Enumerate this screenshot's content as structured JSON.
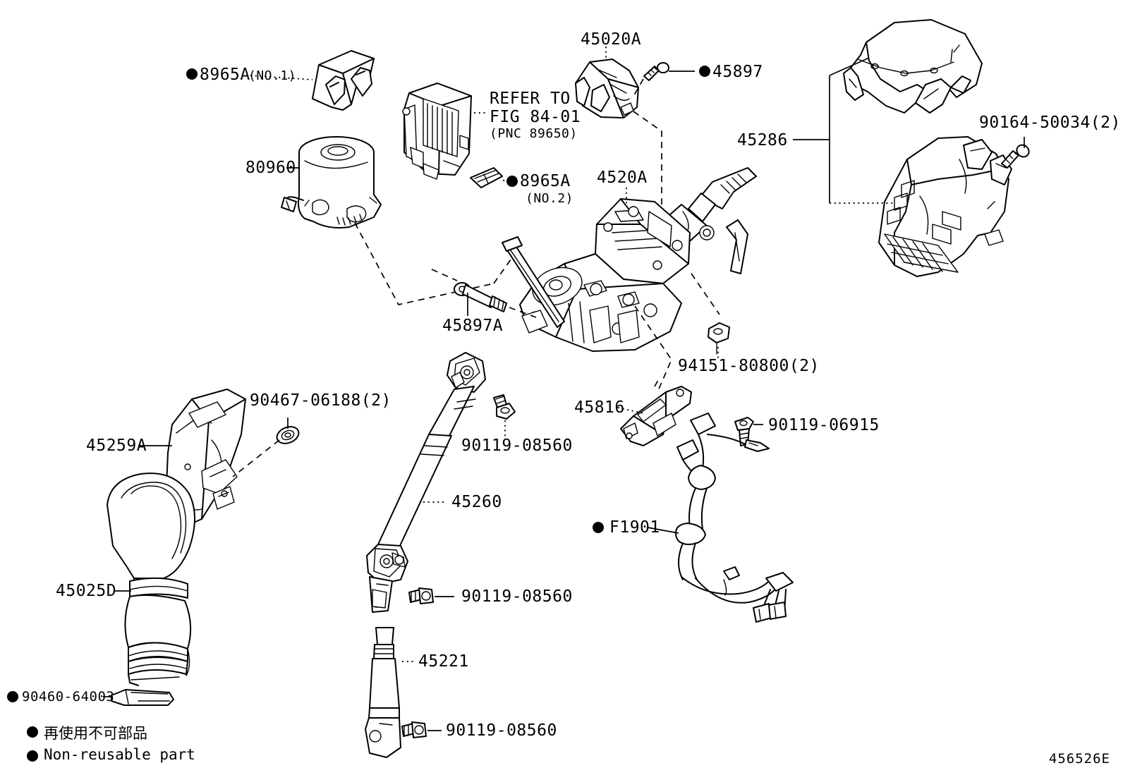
{
  "diagram": {
    "title": "Steering Column Assembly Exploded Parts Diagram",
    "figure_code": "456526E",
    "line_color": "#000000",
    "background_color": "#ffffff"
  },
  "labels": {
    "l_8965a_no1": "8965A",
    "l_8965a_no1_sub": "(NO.1)",
    "l_refer_line1": "REFER TO",
    "l_refer_line2": "FIG 84-01",
    "l_refer_line3": "(PNC 89650)",
    "l_80960": "80960",
    "l_8965a_no2": "8965A",
    "l_8965a_no2_sub": "(NO.2)",
    "l_45020a": "45020A",
    "l_45897": "45897",
    "l_4520a": "4520A",
    "l_45286": "45286",
    "l_90164_50034": "90164-50034(2)",
    "l_45897a": "45897A",
    "l_94151_80800": "94151-80800(2)",
    "l_45816": "45816",
    "l_90119_06915": "90119-06915",
    "l_f1901": "F1901",
    "l_90467_06188": "90467-06188(2)",
    "l_45259a": "45259A",
    "l_45025d": "45025D",
    "l_90119_08560_upper": "90119-08560",
    "l_45260": "45260",
    "l_90119_08560_mid": "90119-08560",
    "l_45221": "45221",
    "l_90119_08560_lower": "90119-08560",
    "l_90460_64003": "90460-64003"
  },
  "legend": {
    "japanese": "再使用不可部品",
    "english": "Non-reusable part",
    "marker": "filled-circle"
  },
  "parts": [
    {
      "number": "8965A",
      "note": "(NO.1)",
      "non_reusable": true
    },
    {
      "number": "89650",
      "note": "REFER TO FIG 84-01 (PNC 89650)",
      "non_reusable": false
    },
    {
      "number": "80960",
      "note": "",
      "non_reusable": false
    },
    {
      "number": "8965A",
      "note": "(NO.2)",
      "non_reusable": true
    },
    {
      "number": "45020A",
      "note": "",
      "non_reusable": false
    },
    {
      "number": "45897",
      "note": "",
      "non_reusable": true
    },
    {
      "number": "4520A",
      "note": "",
      "non_reusable": false
    },
    {
      "number": "45286",
      "note": "",
      "non_reusable": false
    },
    {
      "number": "90164-50034",
      "qty": "(2)",
      "non_reusable": false
    },
    {
      "number": "45897A",
      "note": "",
      "non_reusable": false
    },
    {
      "number": "94151-80800",
      "qty": "(2)",
      "non_reusable": false
    },
    {
      "number": "45816",
      "note": "",
      "non_reusable": false
    },
    {
      "number": "90119-06915",
      "note": "",
      "non_reusable": false
    },
    {
      "number": "F1901",
      "note": "",
      "non_reusable": true
    },
    {
      "number": "90467-06188",
      "qty": "(2)",
      "non_reusable": false
    },
    {
      "number": "45259A",
      "note": "",
      "non_reusable": false
    },
    {
      "number": "45025D",
      "note": "",
      "non_reusable": false
    },
    {
      "number": "90119-08560",
      "note": "upper",
      "non_reusable": false
    },
    {
      "number": "45260",
      "note": "",
      "non_reusable": false
    },
    {
      "number": "90119-08560",
      "note": "middle",
      "non_reusable": false
    },
    {
      "number": "45221",
      "note": "",
      "non_reusable": false
    },
    {
      "number": "90119-08560",
      "note": "lower",
      "non_reusable": false
    },
    {
      "number": "90460-64003",
      "note": "",
      "non_reusable": true
    }
  ]
}
